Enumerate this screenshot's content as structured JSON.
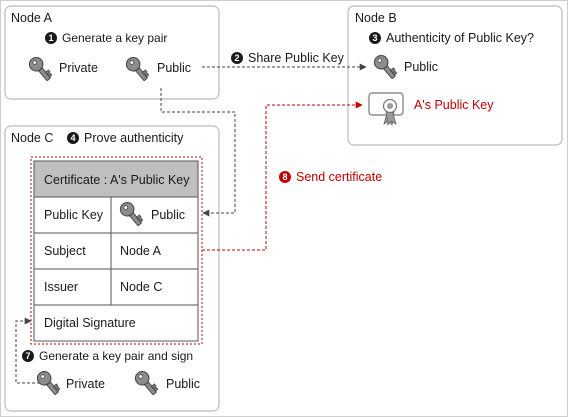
{
  "nodes": {
    "a": {
      "title": "Node A",
      "step_num": "1",
      "step_label": "Generate a key pair",
      "private_label": "Private",
      "public_label": "Public"
    },
    "b": {
      "title": "Node B",
      "step_num": "3",
      "step_label": "Authenticity of Public Key?",
      "public_label": "Public",
      "cert_label": "A's Public Key"
    },
    "c": {
      "title": "Node C",
      "step_num": "4",
      "step_label": "Prove authenticity",
      "sign_step_num": "7",
      "sign_step_label": "Generate a key pair and sign",
      "private_label": "Private",
      "public_label": "Public"
    }
  },
  "arrows": {
    "share": {
      "num": "2",
      "label": "Share Public Key"
    },
    "send": {
      "num": "8",
      "label": "Send certificate"
    }
  },
  "certificate": {
    "header": "Certificate : A's Public Key",
    "rows": [
      {
        "field": "Public Key",
        "value": "Public"
      },
      {
        "field": "Subject",
        "value": "Node A"
      },
      {
        "field": "Issuer",
        "value": "Node C"
      }
    ],
    "signature": "Digital Signature"
  },
  "colors": {
    "accent_red": "#c00000",
    "header_fill": "#bfbfbf",
    "key_fill": "#8c8c8c",
    "box_border": "#bbbbbb"
  }
}
